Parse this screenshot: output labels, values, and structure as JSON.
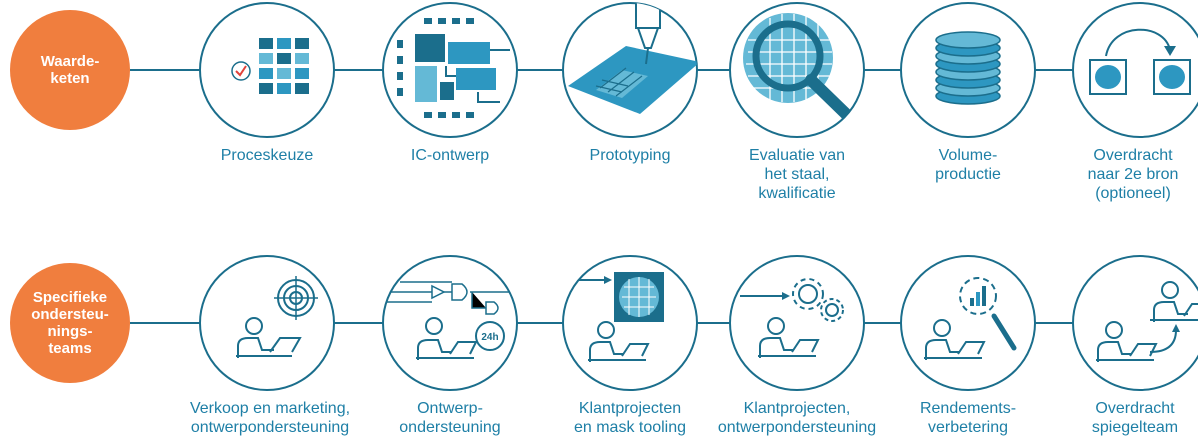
{
  "colors": {
    "accent_orange": "#f07e3e",
    "teal_dark": "#1b6e8c",
    "teal_mid": "#2d97c1",
    "teal_light": "#64b9d6",
    "caption_blue": "#1e7fa6",
    "check_red": "#e1433b"
  },
  "value_chain": {
    "badge_lines": [
      "Waarde-",
      "keten"
    ],
    "steps": [
      {
        "icon": "process-selection-icon",
        "lines": [
          "Proceskeuze"
        ]
      },
      {
        "icon": "ic-design-icon",
        "lines": [
          "IC-ontwerp"
        ]
      },
      {
        "icon": "prototyping-icon",
        "lines": [
          "Prototyping"
        ]
      },
      {
        "icon": "wafer-evaluation-icon",
        "lines": [
          "Evaluatie van",
          "het staal,",
          "kwalificatie"
        ]
      },
      {
        "icon": "wafer-stack-icon",
        "lines": [
          "Volume-",
          "productie"
        ]
      },
      {
        "icon": "second-source-transfer-icon",
        "lines": [
          "Overdracht",
          "naar 2e bron",
          "(optioneel)"
        ]
      }
    ]
  },
  "support_teams": {
    "badge_lines": [
      "Specifieke",
      "ondersteu-",
      "nings-",
      "teams"
    ],
    "teams": [
      {
        "icon": "target-person-icon",
        "lines": [
          "Verkoop en marketing,",
          "ontwerpondersteuning"
        ]
      },
      {
        "icon": "logic-gates-24h-icon",
        "lines": [
          "Ontwerp-",
          "ondersteuning"
        ]
      },
      {
        "icon": "mask-tooling-icon",
        "lines": [
          "Klantprojecten",
          "en mask tooling"
        ]
      },
      {
        "icon": "gears-person-icon",
        "lines": [
          "Klantprojecten,",
          "ontwerpondersteuning"
        ]
      },
      {
        "icon": "yield-improvement-icon",
        "lines": [
          "Rendements-",
          "verbetering"
        ]
      },
      {
        "icon": "mirror-team-icon",
        "lines": [
          "Overdracht",
          "spiegelteam"
        ]
      }
    ]
  }
}
